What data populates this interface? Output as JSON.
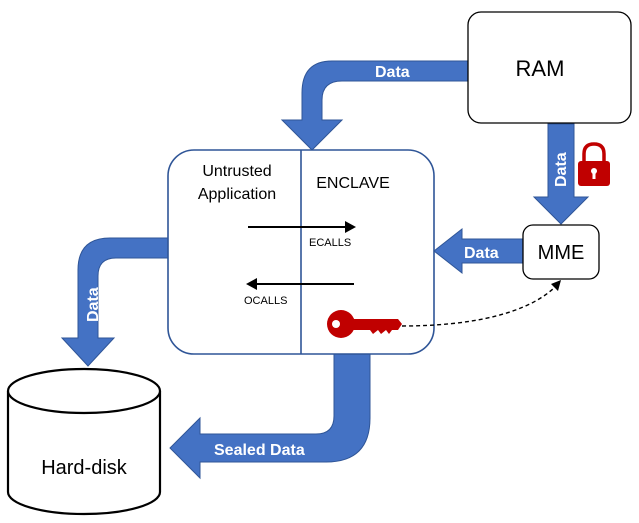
{
  "nodes": {
    "ram": "RAM",
    "mme": "MME",
    "untrusted_line1": "Untrusted",
    "untrusted_line2": "Application",
    "enclave": "ENCLAVE",
    "hard_disk": "Hard-disk"
  },
  "calls": {
    "ecalls": "ECALLS",
    "ocalls": "OCALLS"
  },
  "flows": {
    "ram_to_app": "Data",
    "ram_to_mme": "Data",
    "mme_to_enclave": "Data",
    "app_to_disk": "Data",
    "enclave_to_disk": "Sealed Data"
  },
  "colors": {
    "flow_blue": "#4472C4",
    "flow_border": "#2F5597",
    "box_border": "#2F5597",
    "key_red": "#C00000",
    "lock_red": "#C00000"
  },
  "icons": {
    "lock": "lock-icon",
    "key": "key-icon"
  }
}
